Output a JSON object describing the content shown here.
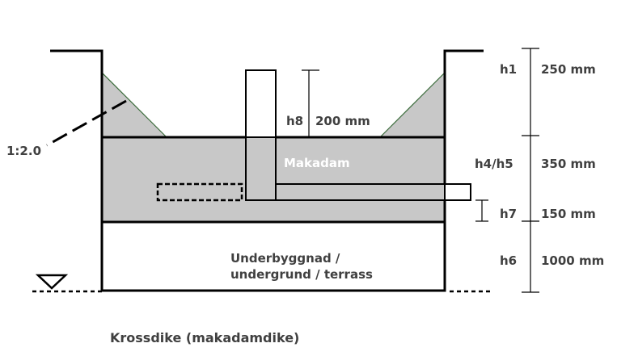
{
  "labels": {
    "slope": "1:2.0",
    "makadam": "Makadam",
    "subgrade_line1": "Underbyggnad /",
    "subgrade_line2": "undergrund / terrass",
    "title": "Krossdike (makadamdike)"
  },
  "dimensions": {
    "h1": {
      "symbol": "h1",
      "value": "250 mm"
    },
    "h4h5": {
      "symbol": "h4/h5",
      "value": "350 mm"
    },
    "h7": {
      "symbol": "h7",
      "value": "150 mm"
    },
    "h6": {
      "symbol": "h6",
      "value": "1000 mm"
    },
    "h8": {
      "symbol": "h8",
      "value": "200 mm"
    }
  },
  "colors": {
    "fill": "#c8c8c8",
    "line": "#000000",
    "slope_line": "#3a6b3a",
    "text": "#404040"
  }
}
